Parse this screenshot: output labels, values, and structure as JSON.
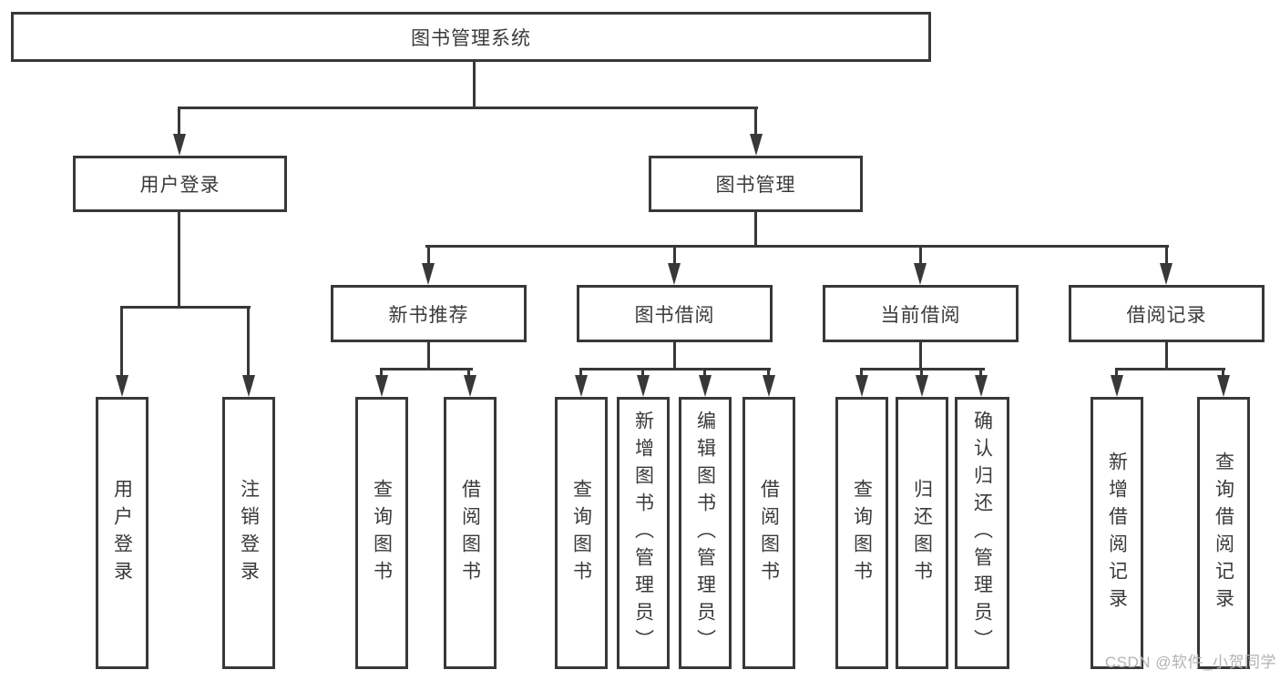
{
  "diagram": {
    "type": "hierarchy-tree",
    "tree": {
      "label": "图书管理系统",
      "children": [
        {
          "label": "用户登录",
          "children": [
            {
              "label": "用户登录"
            },
            {
              "label": "注销登录"
            }
          ]
        },
        {
          "label": "图书管理",
          "children": [
            {
              "label": "新书推荐",
              "children": [
                {
                  "label": "查询图书"
                },
                {
                  "label": "借阅图书"
                }
              ]
            },
            {
              "label": "图书借阅",
              "children": [
                {
                  "label": "查询图书"
                },
                {
                  "label": "新增图书（管理员）"
                },
                {
                  "label": "编辑图书（管理员）"
                },
                {
                  "label": "借阅图书"
                }
              ]
            },
            {
              "label": "当前借阅",
              "children": [
                {
                  "label": "查询图书"
                },
                {
                  "label": "归还图书"
                },
                {
                  "label": "确认归还（管理员）"
                }
              ]
            },
            {
              "label": "借阅记录",
              "children": [
                {
                  "label": "新增借阅记录"
                },
                {
                  "label": "查询借阅记录"
                }
              ]
            }
          ]
        }
      ]
    },
    "colors": {
      "line": "#383838",
      "text": "#3a3a3a",
      "background": "#ffffff",
      "watermark": "#b3b3b3"
    }
  },
  "watermark": "CSDN @软件_小贺同学"
}
